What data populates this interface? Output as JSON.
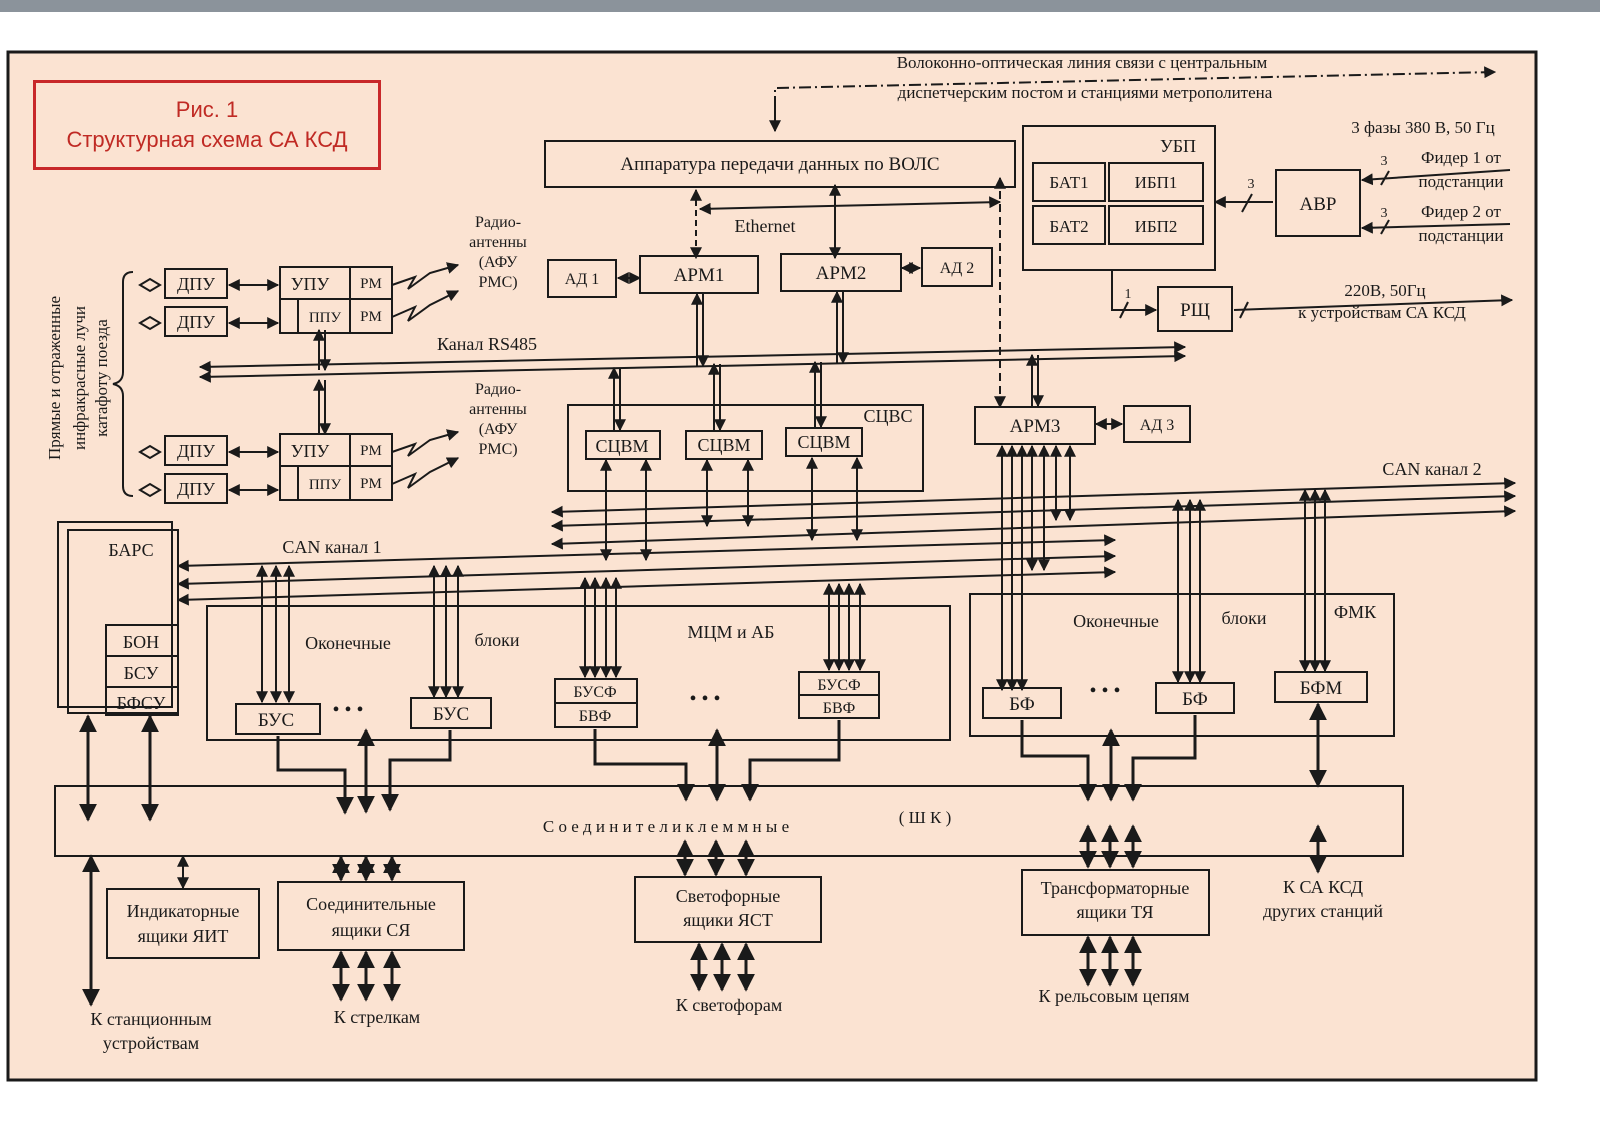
{
  "caption": {
    "line1": "Рис. 1",
    "line2": "Структурная схема СА КСД"
  },
  "labels": {
    "fiber": [
      "Волоконно-оптическая линия связи с центральным",
      "диспетчерским постом и станциями метрополитена"
    ],
    "apparatus": "Аппаратура передачи данных по ВОЛС",
    "ethernet": "Ethernet",
    "ad1": "АД 1",
    "ad2": "АД 2",
    "ad3": "АД 3",
    "arm1": "АРМ1",
    "arm2": "АРМ2",
    "arm3": "АРМ3",
    "ubp": "УБП",
    "bat1": "БАТ1",
    "bat2": "БАТ2",
    "ibp1": "ИБП1",
    "ibp2": "ИБП2",
    "avr": "АВР",
    "power": "3 фазы 380 В, 50 Гц",
    "feeder1": [
      "Фидер 1 от",
      "подстанции"
    ],
    "feeder2": [
      "Фидер 2 от",
      "подстанции"
    ],
    "phase3": "3",
    "phase1": "1",
    "rsch": "РЩ",
    "v220": [
      "220В, 50Гц",
      "к устройствам СА КСД"
    ],
    "dpu": "ДПУ",
    "upu": "УПУ",
    "ppu": "ППУ",
    "rm": "РМ",
    "radio": [
      "Радио-",
      "антенны",
      "(АФУ",
      "РМС)"
    ],
    "ir": [
      "Прямые и отраженные",
      "инфракрасные лучи",
      "катафоту  поезда"
    ],
    "rs485": "Канал RS485",
    "scvs": "СЦВС",
    "scvm": "СЦВМ",
    "can2": "CAN канал 2",
    "can1": "CAN канал 1",
    "bars": "БАРС",
    "bon": "БОН",
    "bsu": "БСУ",
    "bfsu": "БФСУ",
    "endblocks1": "Оконечные",
    "blocks": "блоки",
    "mcm": "МЦМ и АБ",
    "endblocks2": "Оконечные",
    "blocks2": "блоки",
    "fmk": "ФМК",
    "bus": "БУС",
    "busf": "БУСФ",
    "bvf": "БВФ",
    "bf": "БФ",
    "bfm": "БФМ",
    "dots": "• • •",
    "terminal": "С о е д и н и т е л и   к л е м м н ы е",
    "shk": "( Ш К )",
    "yit": [
      "Индикаторные",
      "ящики ЯИТ"
    ],
    "sya": [
      "Соединительные",
      "ящики СЯ"
    ],
    "yast": [
      "Светофорные",
      "ящики ЯСТ"
    ],
    "tya": [
      "Трансформаторные",
      "ящики ТЯ"
    ],
    "other": [
      "К  СА КСД",
      "других станций"
    ],
    "to_station": [
      "К  станционным",
      "устройствам"
    ],
    "to_switch": "К стрелкам",
    "to_signal": "К светофорам",
    "to_rail": "К рельсовым цепям"
  },
  "colors": {
    "background": "#fbe3d2",
    "line": "#1a1a1a",
    "caption": "#c8282a"
  }
}
